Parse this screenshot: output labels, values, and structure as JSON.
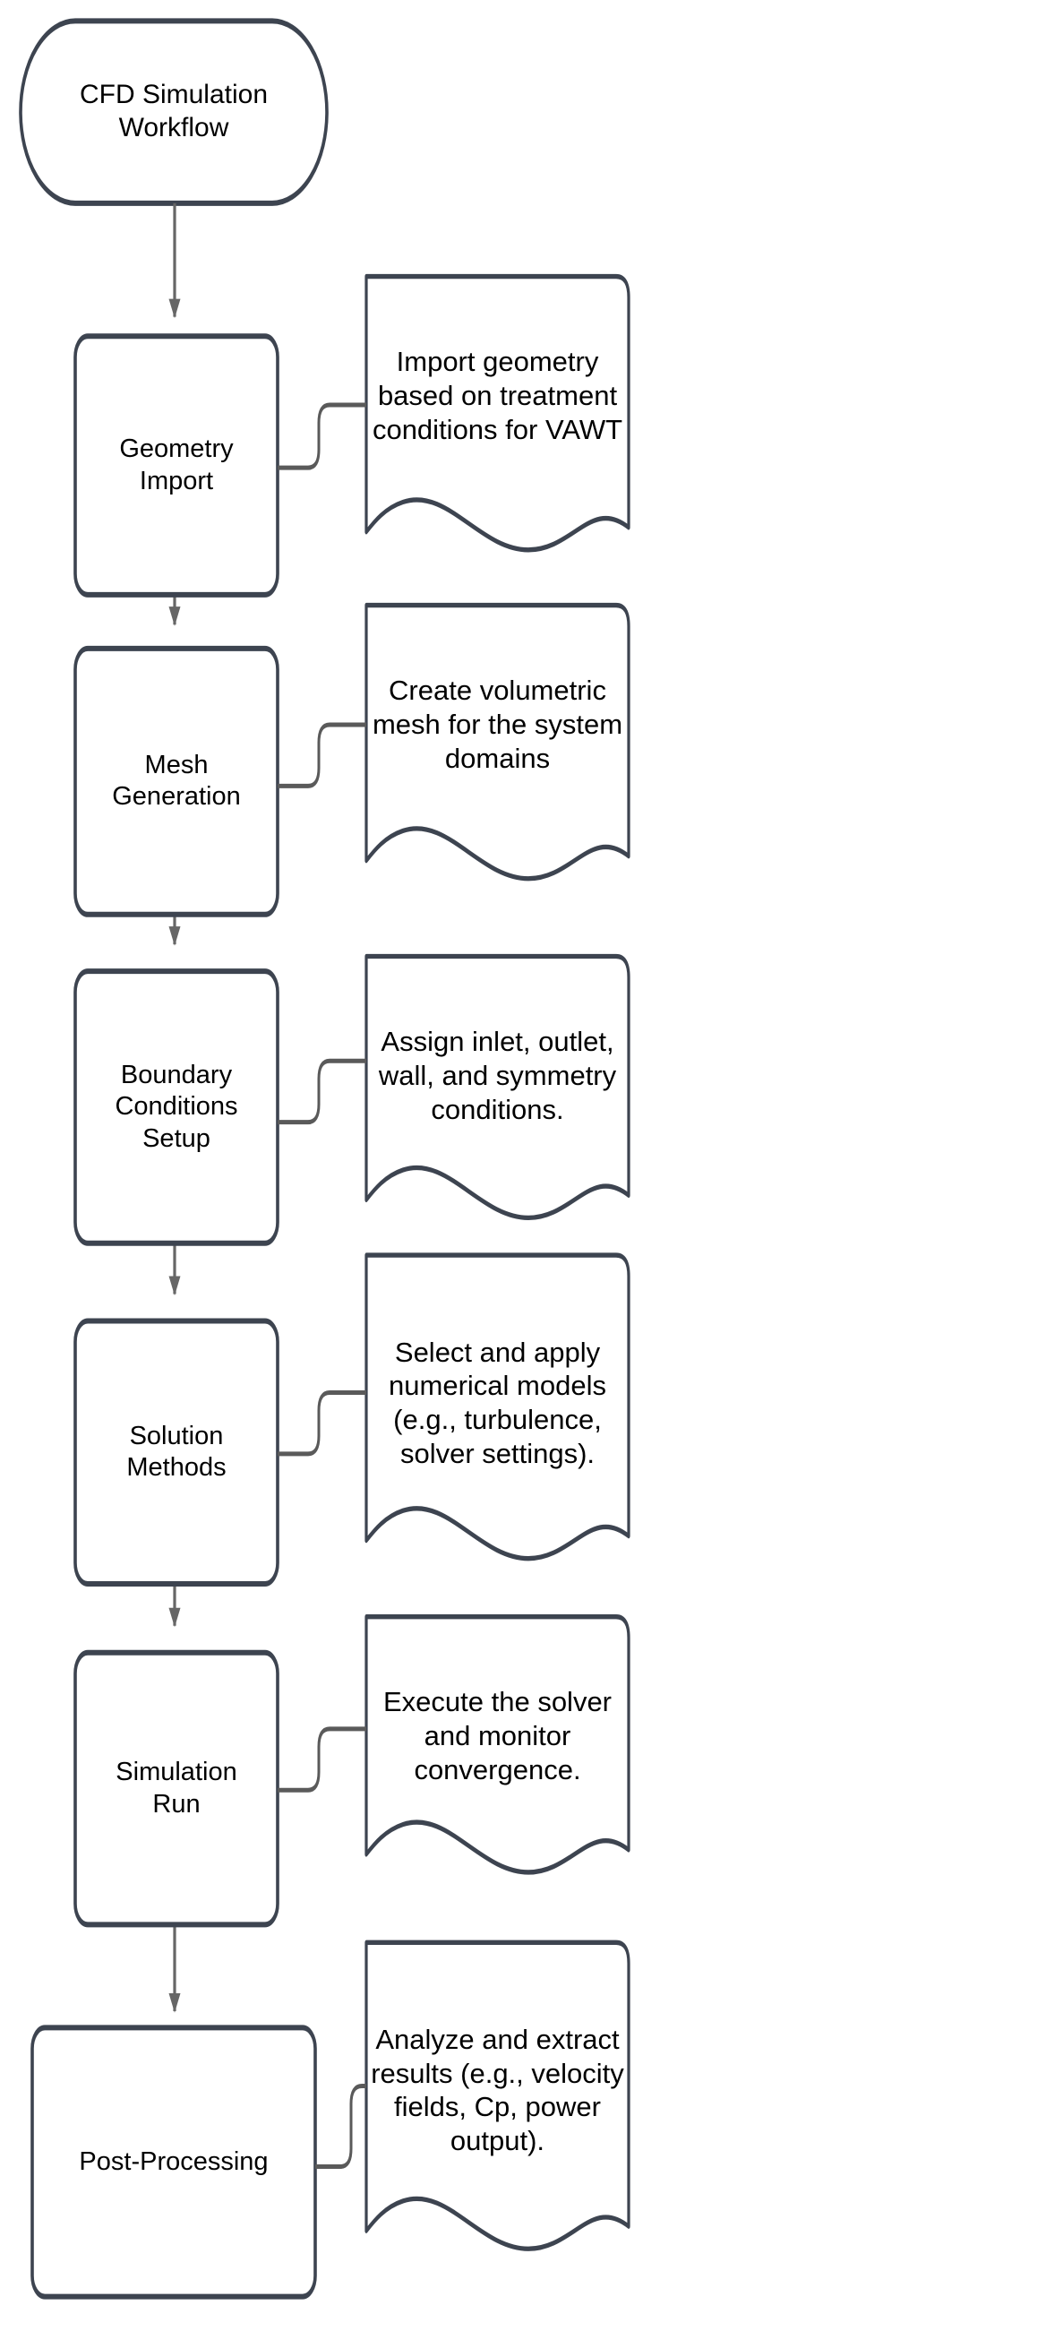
{
  "diagram": {
    "title": "CFD Simulation Workflow",
    "type": "flowchart",
    "orientation": "vertical",
    "colors": {
      "node_border": "#3d4450",
      "node_fill": "#ffffff",
      "connector": "#5a5a5a",
      "arrow_head": "#666666",
      "text": "#000000",
      "background": "#ffffff"
    },
    "start_node": {
      "label": "CFD Simulation\nWorkflow",
      "shape": "stadium"
    },
    "steps": [
      {
        "label": "Geometry\nImport",
        "shape": "rounded-rectangle",
        "note": "Import geometry\nbased on treatment\nconditions for VAWT",
        "note_shape": "document-wavy-bottom"
      },
      {
        "label": "Mesh\nGeneration",
        "shape": "rounded-rectangle",
        "note": "Create volumetric\nmesh for the system\ndomains",
        "note_shape": "document-wavy-bottom"
      },
      {
        "label": "Boundary\nConditions\nSetup",
        "shape": "rounded-rectangle",
        "note": "Assign inlet, outlet,\nwall, and symmetry\nconditions.",
        "note_shape": "document-wavy-bottom"
      },
      {
        "label": "Solution\nMethods",
        "shape": "rounded-rectangle",
        "note": "Select and apply\nnumerical models\n(e.g., turbulence,\nsolver settings).",
        "note_shape": "document-wavy-bottom"
      },
      {
        "label": "Simulation\nRun",
        "shape": "rounded-rectangle",
        "note": "Execute the solver\nand monitor\nconvergence.",
        "note_shape": "document-wavy-bottom"
      },
      {
        "label": "Post-Processing",
        "shape": "rounded-rectangle",
        "note": "Analyze and extract\nresults (e.g., velocity\nfields, Cp, power\noutput).",
        "note_shape": "document-wavy-bottom"
      }
    ]
  }
}
